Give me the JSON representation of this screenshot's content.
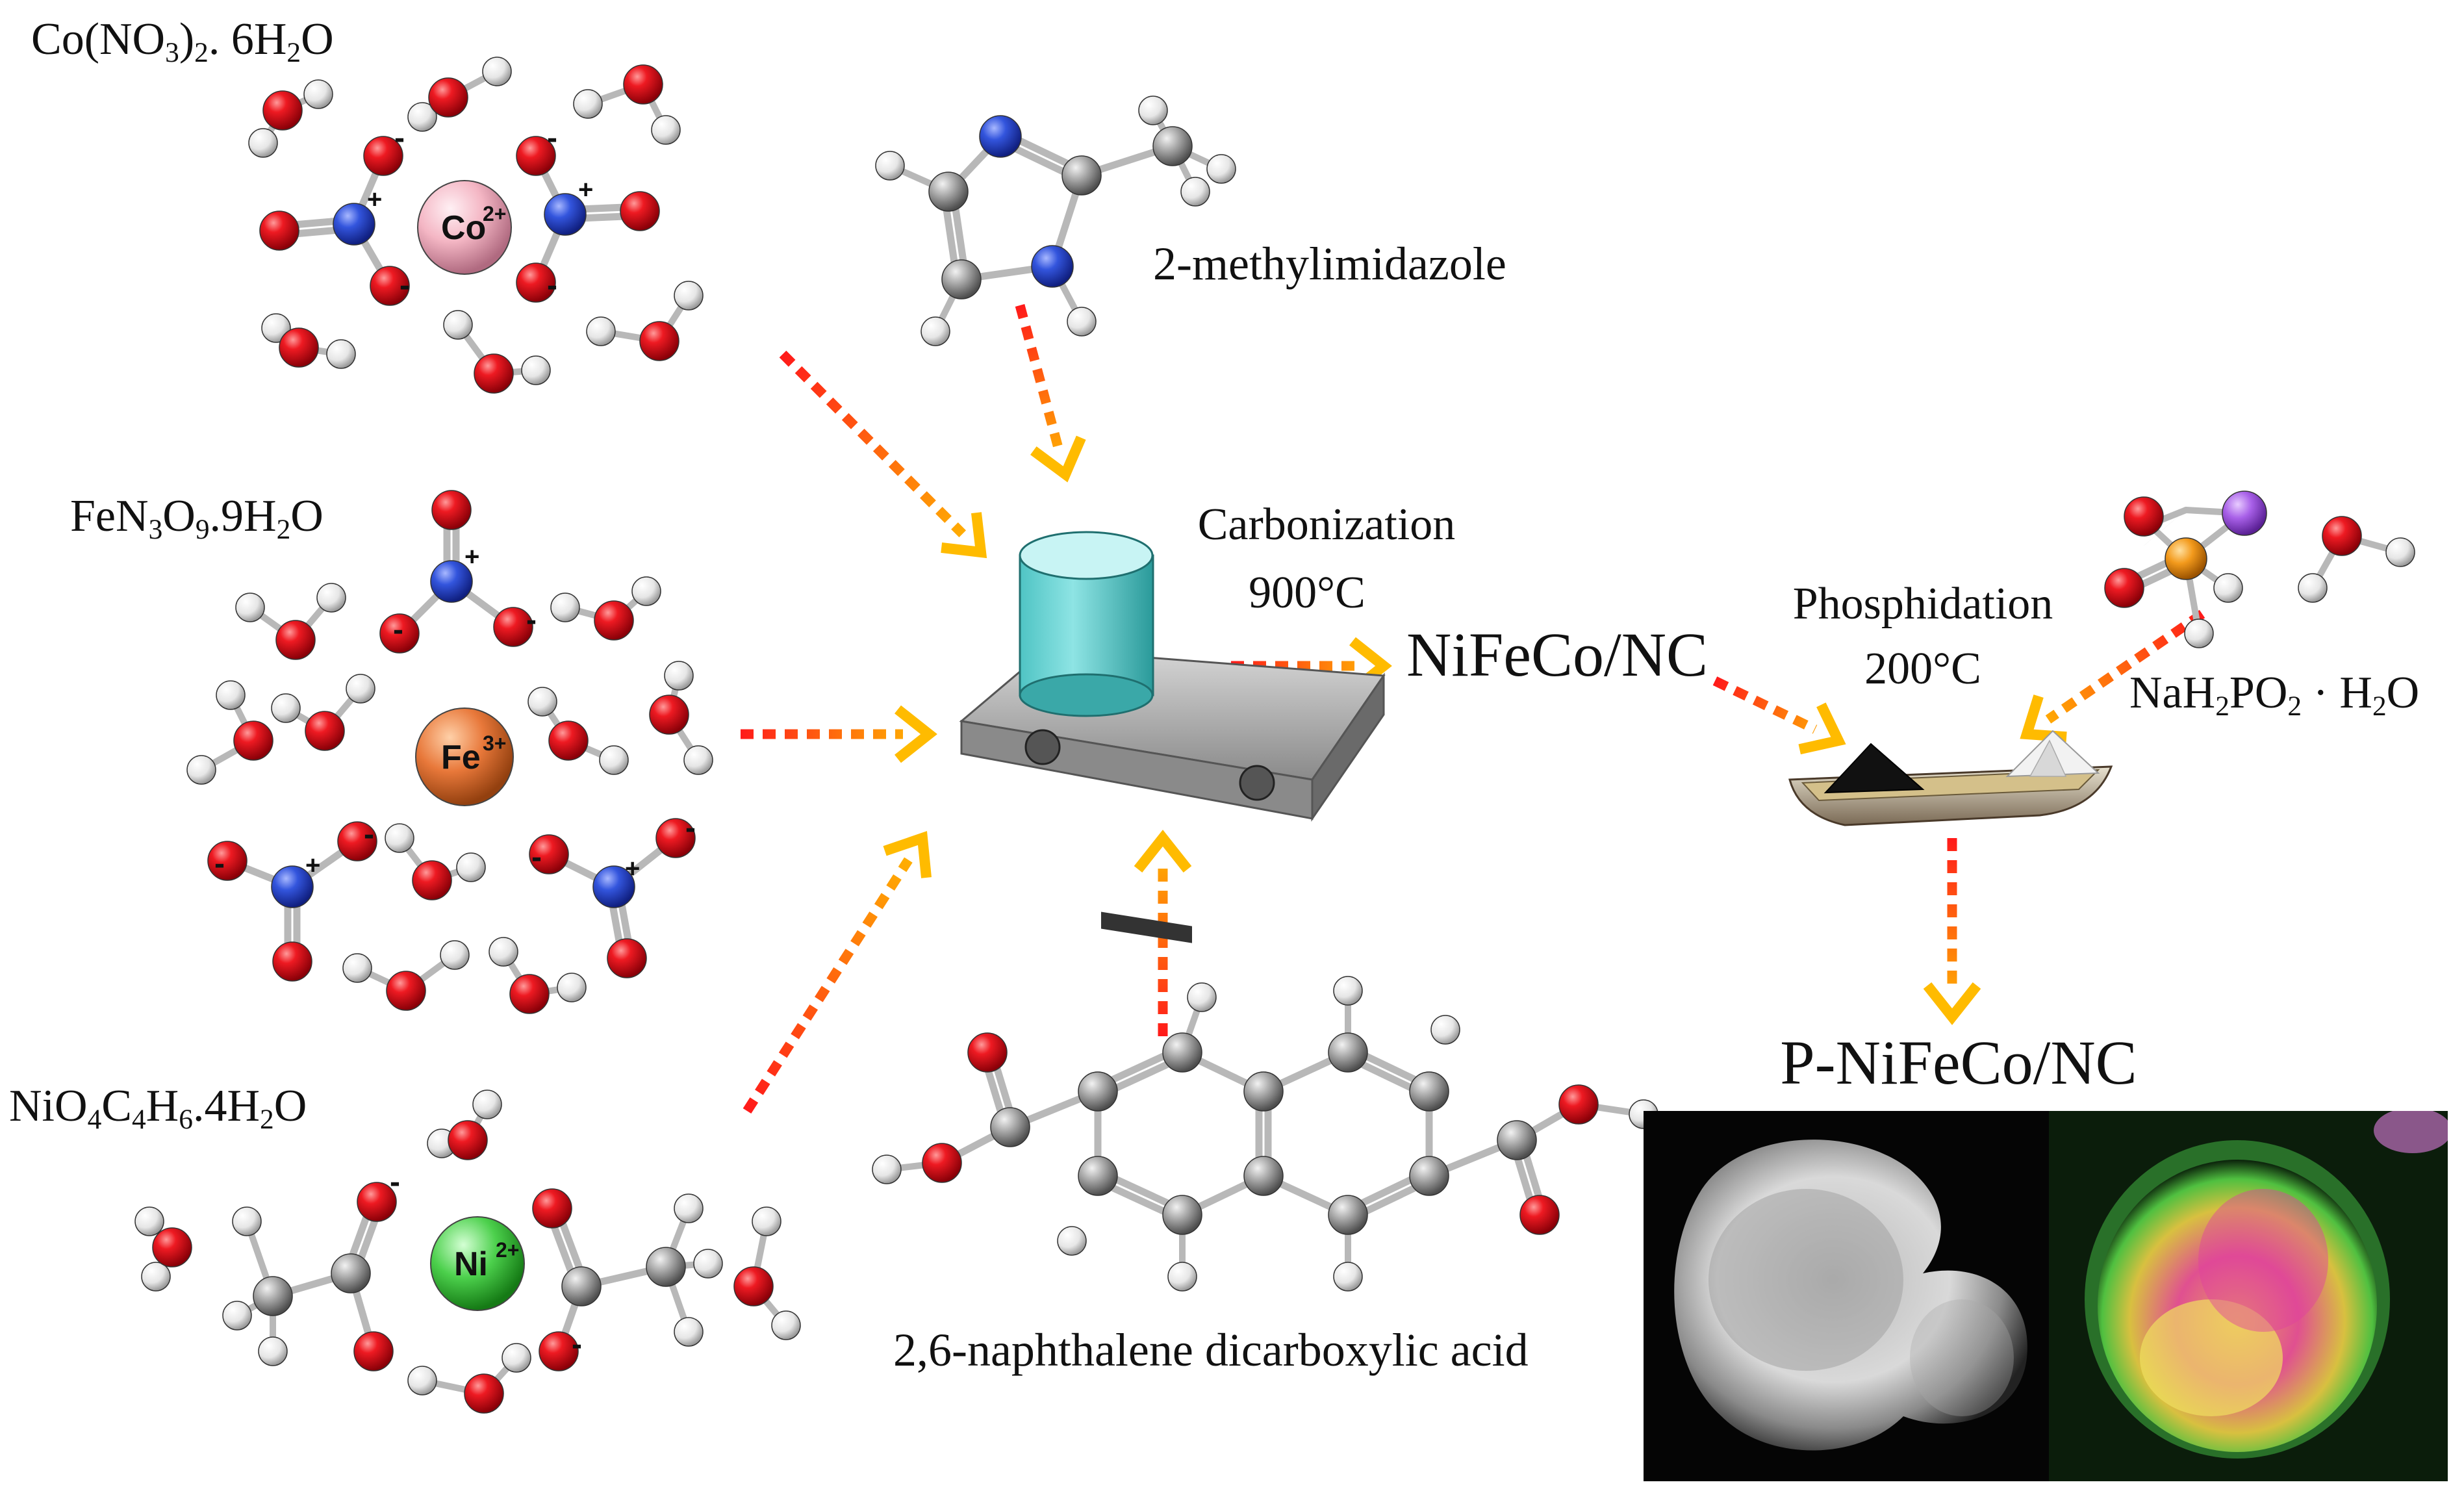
{
  "labels": {
    "cobalt_salt": {
      "pre": "Co(NO",
      "sub1": "3",
      "mid": ")",
      "sub2": "2",
      "post": ". 6H",
      "sub3": "2",
      "end": "O"
    },
    "iron_salt": {
      "pre": "FeN",
      "sub1": "3",
      "mid": "O",
      "sub2": "9",
      "post": ".9H",
      "sub3": "2",
      "end": "O"
    },
    "nickel_salt": {
      "pre": "NiO",
      "sub1": "4",
      "mid": "C",
      "sub2": "4",
      "post": "H",
      "sub3": "6",
      "tail": ".4H",
      "sub4": "2",
      "end": "O"
    },
    "methylimidazole": "2-methylimidazole",
    "naphthalene_acid": "2,6-naphthalene dicarboxylic acid",
    "carbonization": "Carbonization",
    "carbonization_temp": "900°C",
    "intermediate": "NiFeCo/NC",
    "phosphidation": "Phosphidation",
    "phosphidation_temp": "200°C",
    "hypophosphite": {
      "pre": "NaH",
      "sub1": "2",
      "mid": "PO",
      "sub2": "2",
      "post": " · H",
      "sub3": "2",
      "end": "O"
    },
    "product": "P-NiFeCo/NC"
  },
  "ions": {
    "cobalt": {
      "symbol": "Co",
      "charge": "2+"
    },
    "iron": {
      "symbol": "Fe",
      "charge": "3+"
    },
    "nickel": {
      "symbol": "Ni",
      "charge": "2+"
    }
  },
  "atom_charges": {
    "nitrogen": "+",
    "oxygen": "-"
  },
  "colors": {
    "oxygen": "#e8121c",
    "hydrogen": "#f4f4f4",
    "nitrogen": "#3355dd",
    "carbon": "#9a9a9a",
    "phosphorus": "#f39a1c",
    "sodium": "#a860e8",
    "cobalt_ion": "#f4b6c4",
    "iron_ion": "#e8783a",
    "nickel_ion": "#4cd04c",
    "arrow_start": "#ff1a1a",
    "arrow_end": "#ffbb00"
  }
}
